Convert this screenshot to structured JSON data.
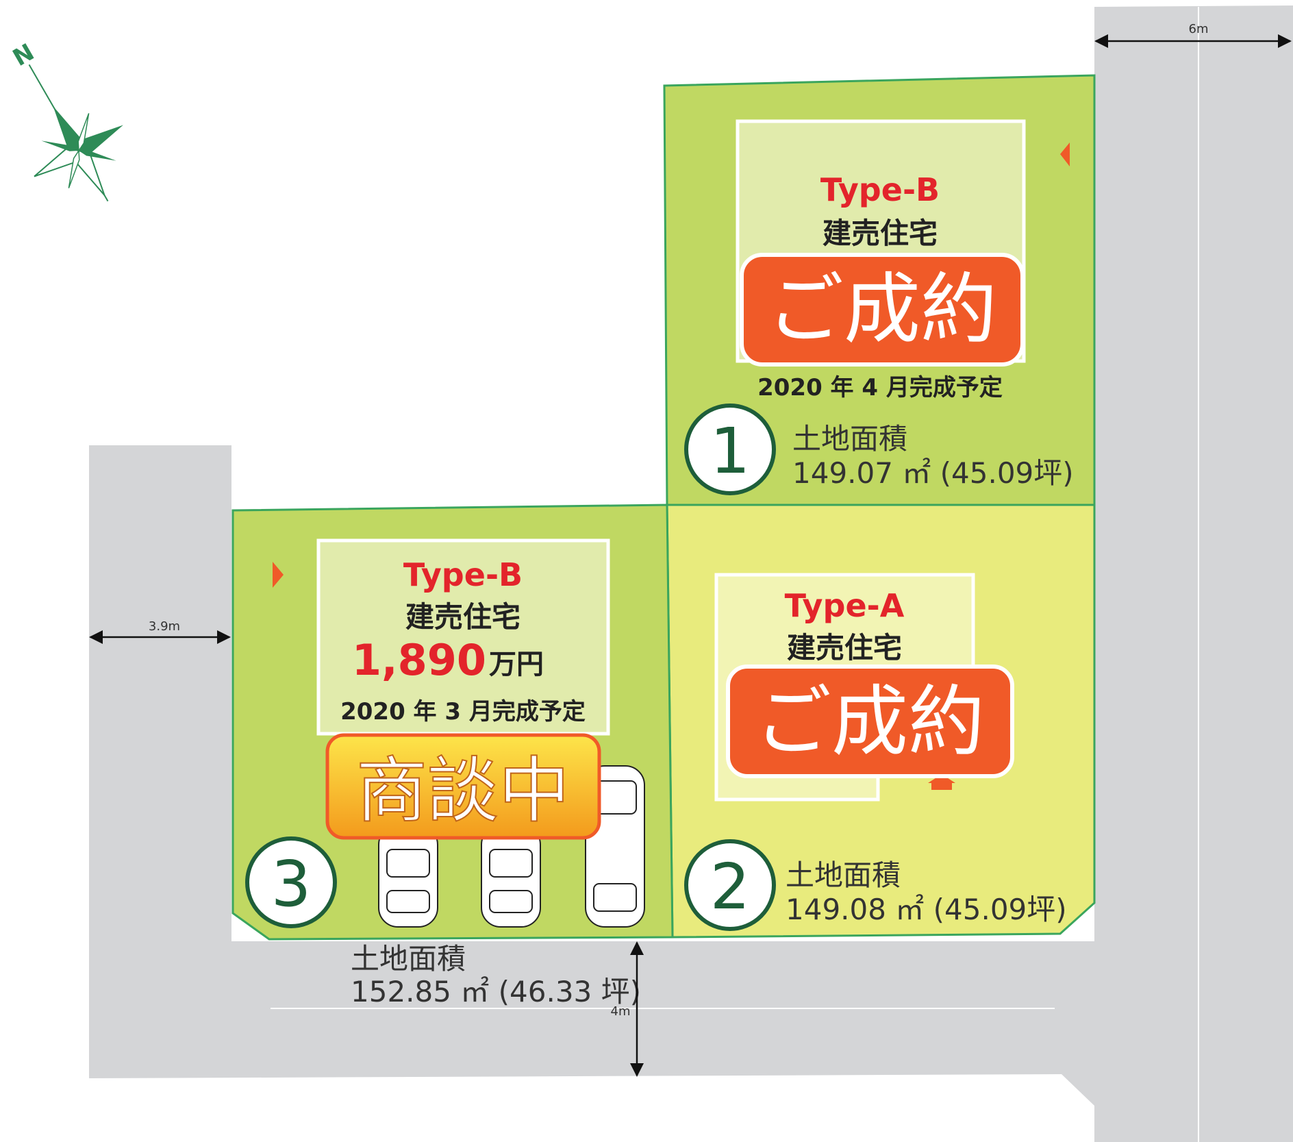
{
  "compass": {
    "north_label": "N",
    "icon": "compass-rose-icon"
  },
  "dimensions": {
    "east_road_width": "6m",
    "west_road_width": "3.9m",
    "south_road_width": "4m"
  },
  "lots": [
    {
      "number": "1",
      "type": "Type-B",
      "category": "建売住宅",
      "status": "ご成約",
      "completion": "2020 年 4 月完成予定",
      "area_label": "土地面積",
      "area_value": "149.07 ㎡ (45.09坪)"
    },
    {
      "number": "2",
      "type": "Type-A",
      "category": "建売住宅",
      "status": "ご成約",
      "area_label": "土地面積",
      "area_value": "149.08 ㎡ (45.09坪)"
    },
    {
      "number": "3",
      "type": "Type-B",
      "category": "建売住宅",
      "price": "1,890",
      "price_unit": "万円",
      "completion": "2020 年 3 月完成予定",
      "status": "商談中",
      "area_label": "土地面積",
      "area_value": "152.85 ㎡ (46.33 坪)"
    }
  ],
  "colors": {
    "road": "#d4d5d7",
    "lot_green": "#c0d862",
    "lot_yellow": "#e8eb7d",
    "lot_border": "#3aa55d",
    "house_green": "#e1ebac",
    "house_yellow": "#f2f4b4",
    "sold_badge": "#f05a28",
    "negotiating_badge": "#f7a81b",
    "type_red": "#e3242b",
    "circle_green": "#1e5e3a",
    "compass_green": "#2e8b57"
  }
}
